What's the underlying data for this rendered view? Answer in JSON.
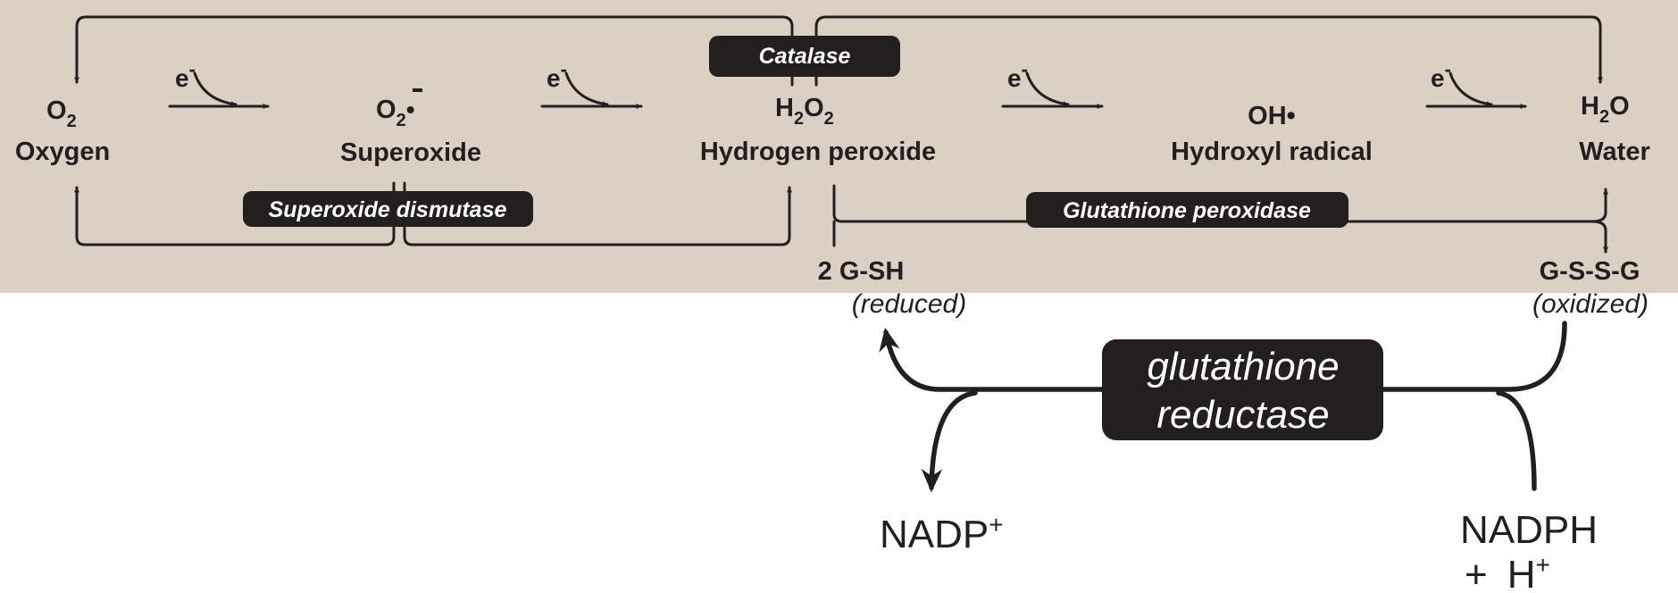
{
  "colors": {
    "panel_background": "#dcd0c4",
    "ink": "#231f20",
    "pill_fill": "#231f20",
    "pill_text": "#ffffff"
  },
  "electron_label": "e",
  "electron_sup": "-",
  "molecules": {
    "oxygen": {
      "symbol": "O",
      "sub": "2",
      "name": "Oxygen"
    },
    "superoxide": {
      "symbol": "O",
      "sub": "2",
      "sup": "•",
      "name": "Superoxide"
    },
    "hydrogen_peroxide": {
      "p1": "H",
      "s1": "2",
      "p2": "O",
      "s2": "2",
      "name": "Hydrogen peroxide"
    },
    "hydroxyl": {
      "symbol": "OH•",
      "name": "Hydroxyl radical"
    },
    "water": {
      "p1": "H",
      "s1": "2",
      "p2": "O",
      "name": "Water"
    }
  },
  "enzymes": {
    "catalase": "Catalase",
    "superoxide_dismutase": "Superoxide dismutase",
    "glutathione_peroxidase": "Glutathione peroxidase",
    "glutathione_reductase": {
      "line1": "glutathione",
      "line2": "reductase"
    }
  },
  "glutathione": {
    "reduced": {
      "formula": "2 G-SH",
      "state": "(reduced)"
    },
    "oxidized": {
      "formula": "G-S-S-G",
      "state": "(oxidized)"
    }
  },
  "cofactors": {
    "nadp": {
      "text": "NADP",
      "sup": "+"
    },
    "nadph": {
      "line1": "NADPH",
      "plus": "+",
      "h": "H",
      "sup": "+"
    }
  }
}
